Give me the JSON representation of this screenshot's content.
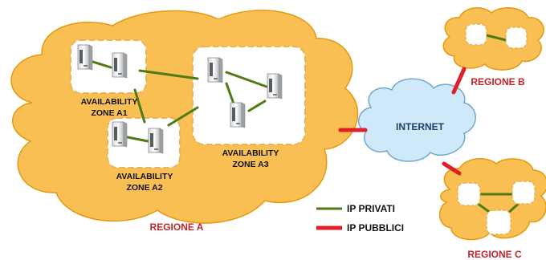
{
  "colors": {
    "region_fill": "#f9bf52",
    "region_stroke": "#e39a12",
    "cloud_fill": "#cfe9f8",
    "cloud_stroke": "#6fa8d2",
    "private_link": "#4f7a14",
    "public_link": "#e02028",
    "region_label": "#c0252a"
  },
  "zones": {
    "a1": {
      "line1": "AVAILABILITY",
      "line2": "ZONE A1"
    },
    "a2": {
      "line1": "AVAILABILITY",
      "line2": "ZONE A2"
    },
    "a3": {
      "line1": "AVAILABILITY",
      "line2": "ZONE A3"
    }
  },
  "regions": {
    "a": "REGIONE A",
    "b": "REGIONE B",
    "c": "REGIONE C"
  },
  "internet": "INTERNET",
  "legend": {
    "private": "IP PRIVATI",
    "public": "IP PUBBLICI"
  },
  "icons": [
    "server-icon"
  ]
}
